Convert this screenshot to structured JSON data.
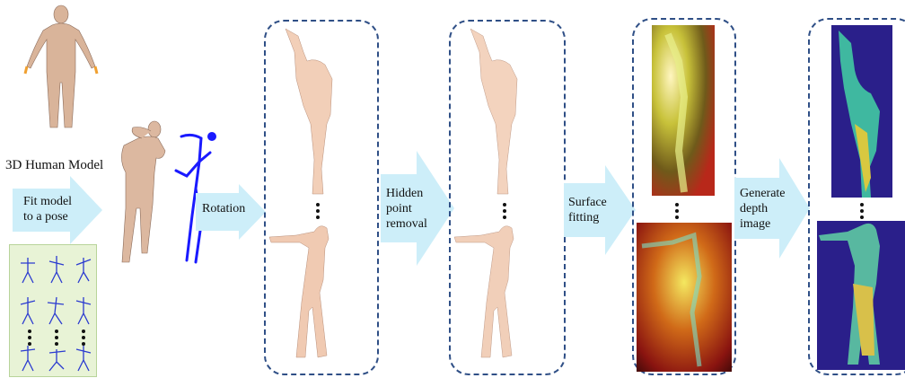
{
  "labels": {
    "model": "3D Human Model",
    "fit_line1": "Fit model",
    "fit_line2": "to a pose",
    "rotation": "Rotation",
    "hidden_line1": "Hidden",
    "hidden_line2": "point",
    "hidden_line3": "removal",
    "surface_line1": "Surface",
    "surface_line2": "fitting",
    "generate_line1": "Generate",
    "generate_line2": "depth",
    "generate_line3": "image"
  },
  "colors": {
    "arrow_fill": "#cdeef9",
    "panel_border": "#2f4f86",
    "skeleton": "#1a1aff",
    "mesh_skin": "#e9c2a8",
    "depth_bg": "#2a1f8a",
    "pose_card_bg": "#e8f3d6"
  },
  "icons": {
    "ellipsis": "vertical-ellipsis-icon"
  }
}
